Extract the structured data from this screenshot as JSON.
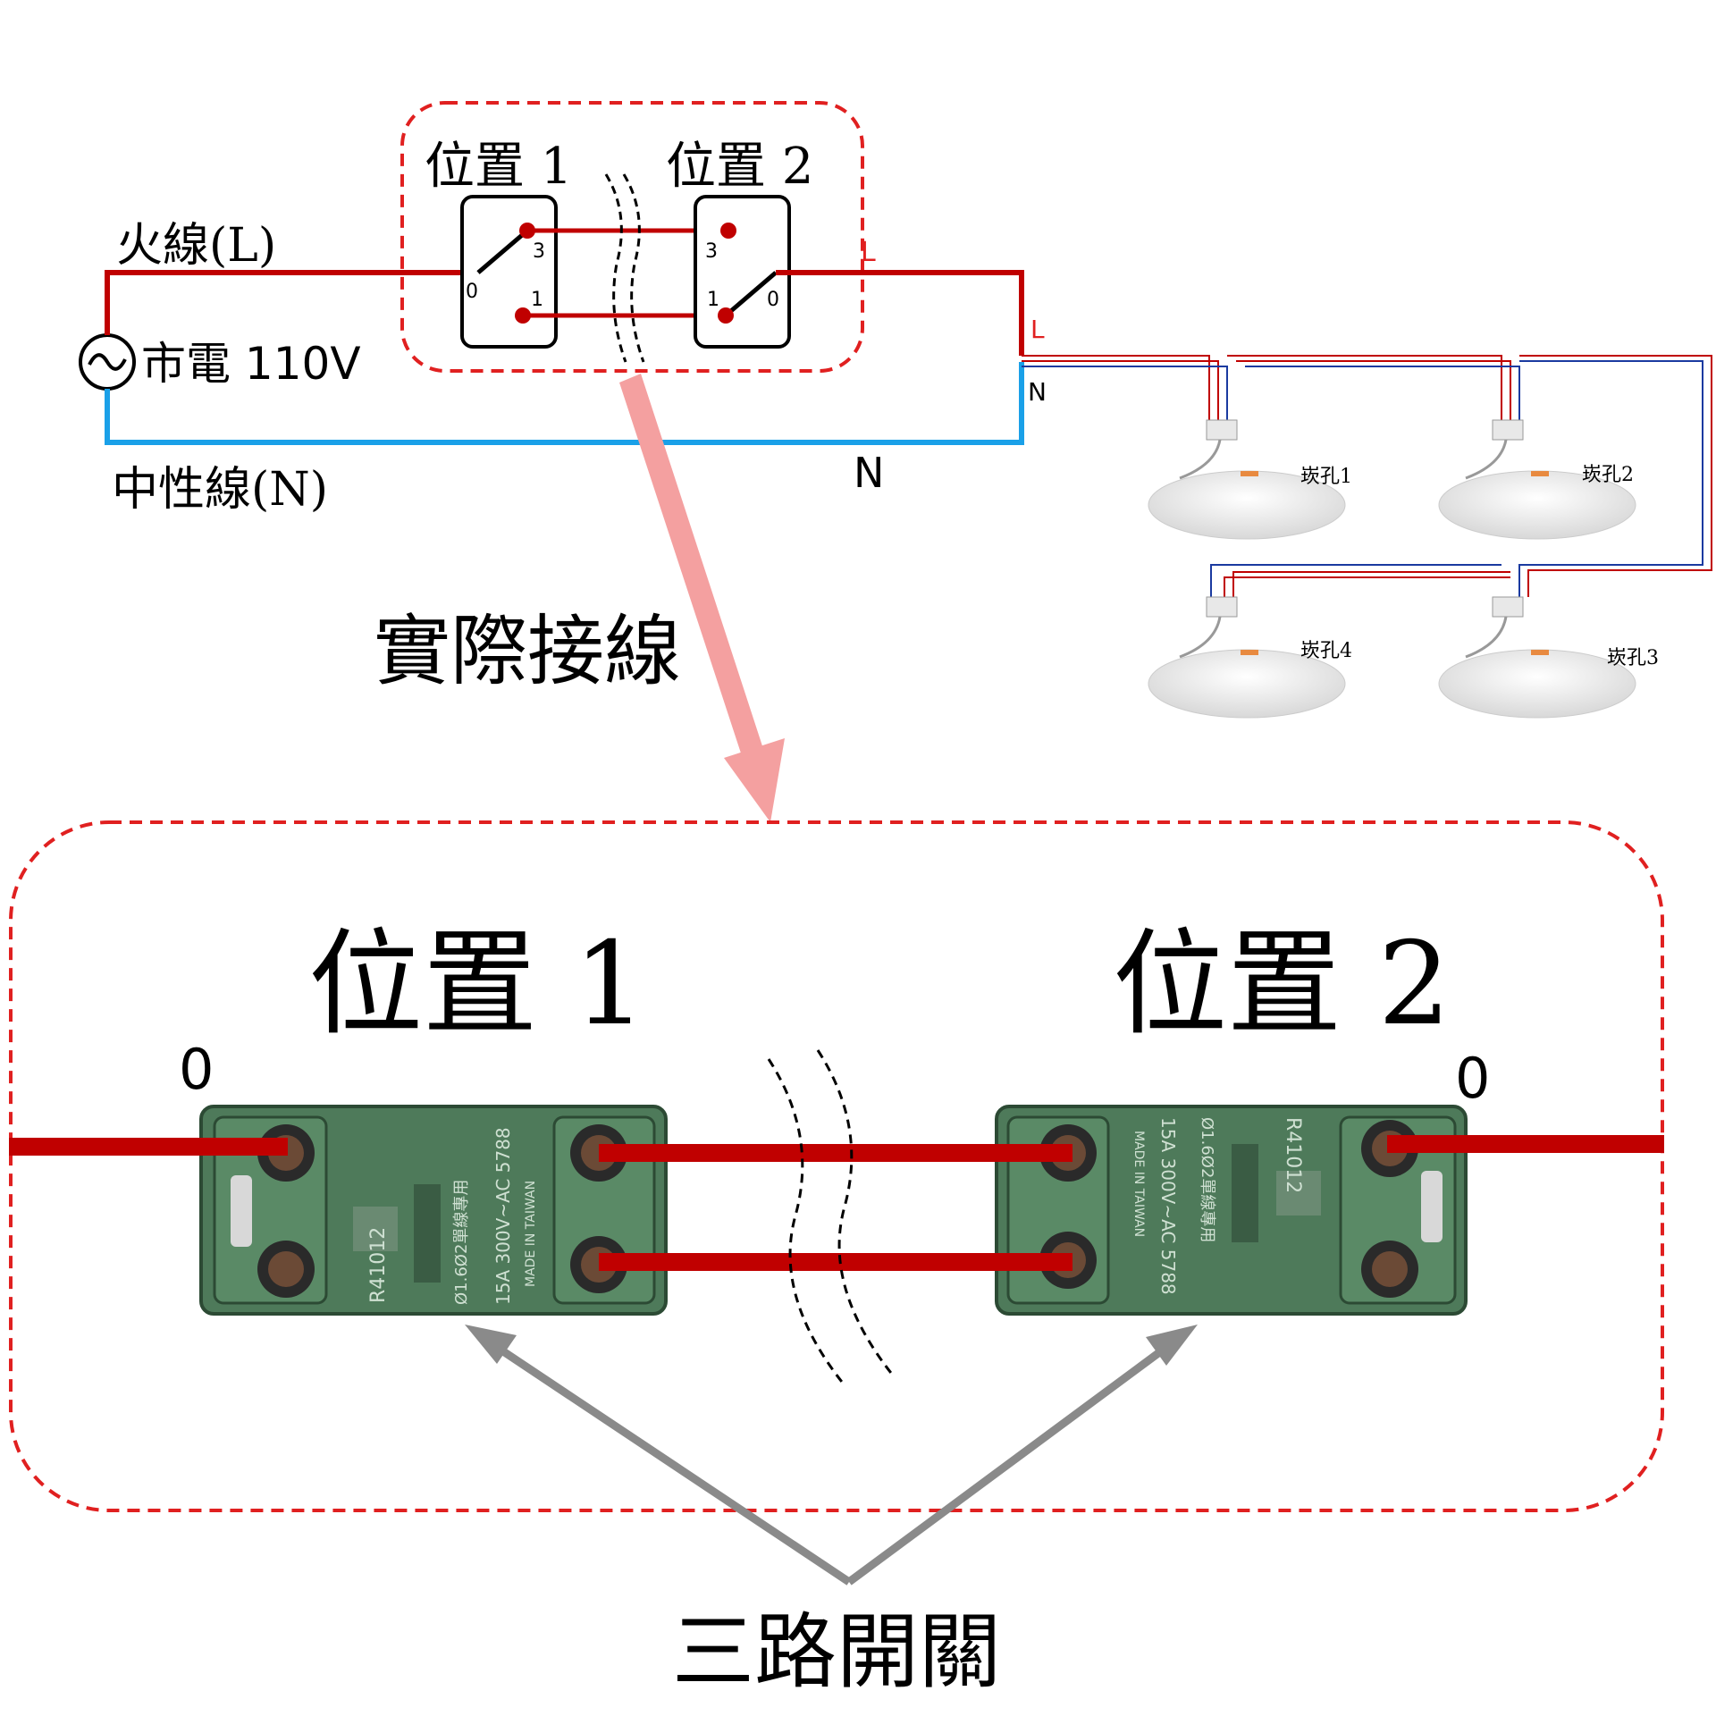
{
  "schematic": {
    "live_label": "火線(L)",
    "neutral_label": "中性線(N)",
    "source_label": "市電 110V",
    "position1_label": "位置 1",
    "position2_label": "位置 2",
    "sw1_terminal_0": "0",
    "sw1_terminal_1": "1",
    "sw1_terminal_3": "3",
    "sw2_terminal_0": "0",
    "sw2_terminal_1": "1",
    "sw2_terminal_3": "3",
    "L_label_top": "L",
    "L_label_right": "L",
    "N_label_right": "N",
    "N_label_bottom": "N"
  },
  "lamps": {
    "lamp1": "崁孔1",
    "lamp2": "崁孔2",
    "lamp3": "崁孔3",
    "lamp4": "崁孔4"
  },
  "actual_wiring_label": "實際接線",
  "detail": {
    "position1_label": "位置 1",
    "position2_label": "位置 2",
    "left_terminal_label": "0",
    "right_terminal_label": "0",
    "three_way_label": "三路開關"
  },
  "switch_body": {
    "model": "R41012",
    "rating": "15A 300V~AC 5788",
    "made_in": "MADE IN TAIWAN",
    "wire_spec": "Ø1.6Ø2單線專用"
  },
  "colors": {
    "live": "#c00000",
    "neutral": "#1aa0e8",
    "dashed_box": "#e02020",
    "pink_arrow": "#f4a0a0",
    "gray_arrow": "#8a8a8a",
    "switch_green": "#4e7a5a"
  }
}
